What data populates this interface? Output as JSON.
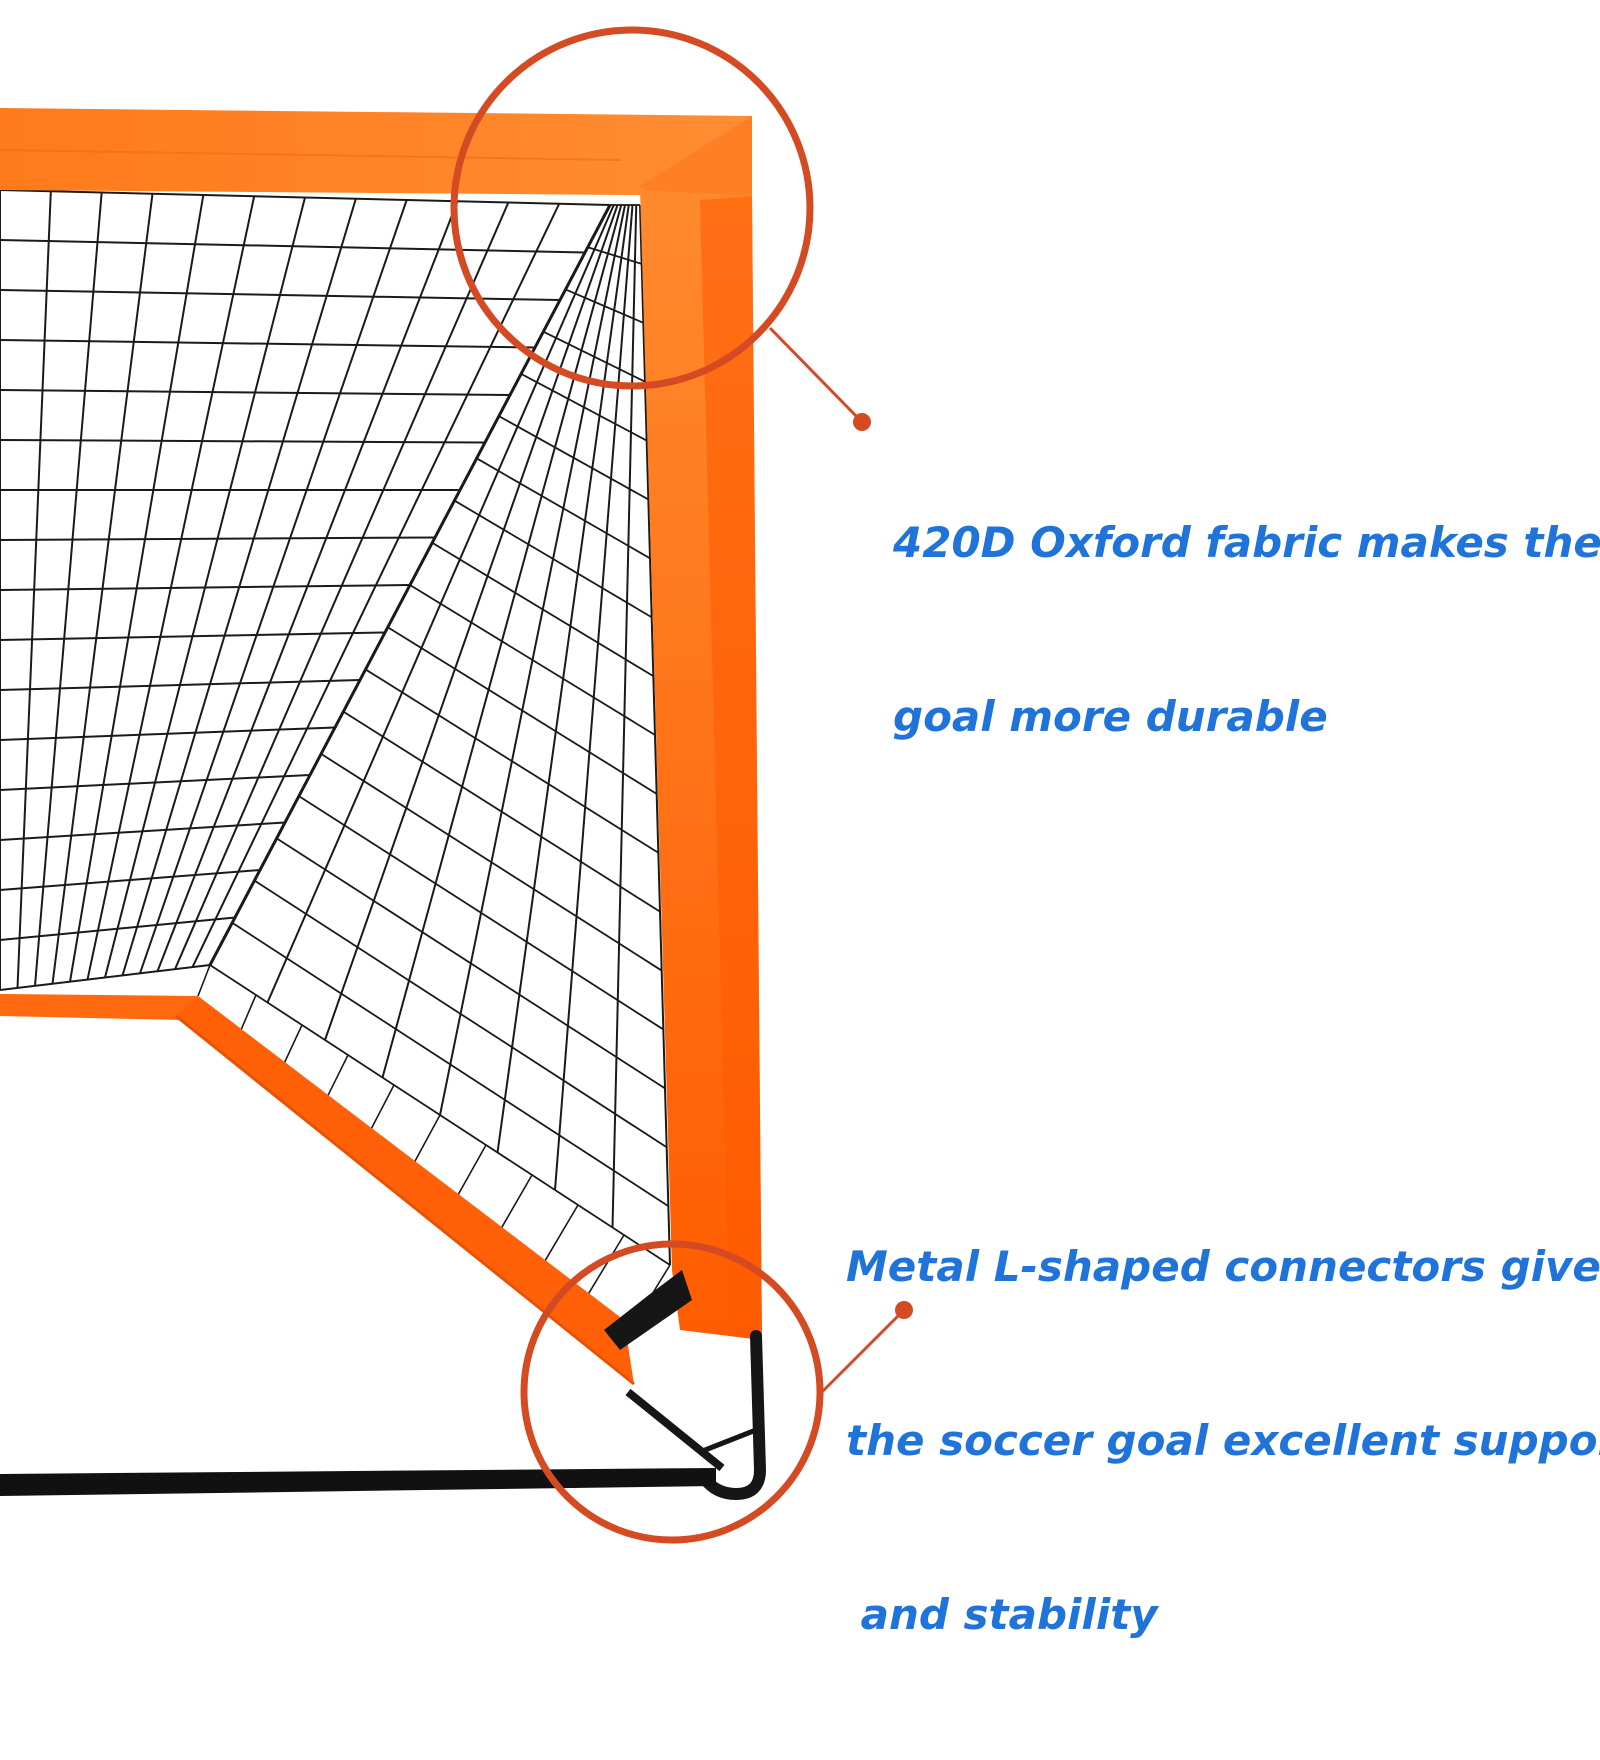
{
  "callouts": [
    {
      "lines": [
        "420D Oxford fabric makes the",
        "goal more durable"
      ]
    },
    {
      "lines": [
        "Metal L-shaped connectors give",
        "the soccer goal excellent support",
        " and stability"
      ]
    }
  ],
  "colors": {
    "text": "#1f73d9",
    "frame": "#ff6a10",
    "frame_light": "#ff8a2e",
    "frame_dark": "#e85800",
    "callout_circle": "#d44a22",
    "net": "#1a1a1a",
    "metal": "#161616",
    "background": "#ffffff"
  },
  "icons": {
    "top_detail": "magnifier-circle-icon",
    "bottom_detail": "magnifier-circle-icon"
  }
}
